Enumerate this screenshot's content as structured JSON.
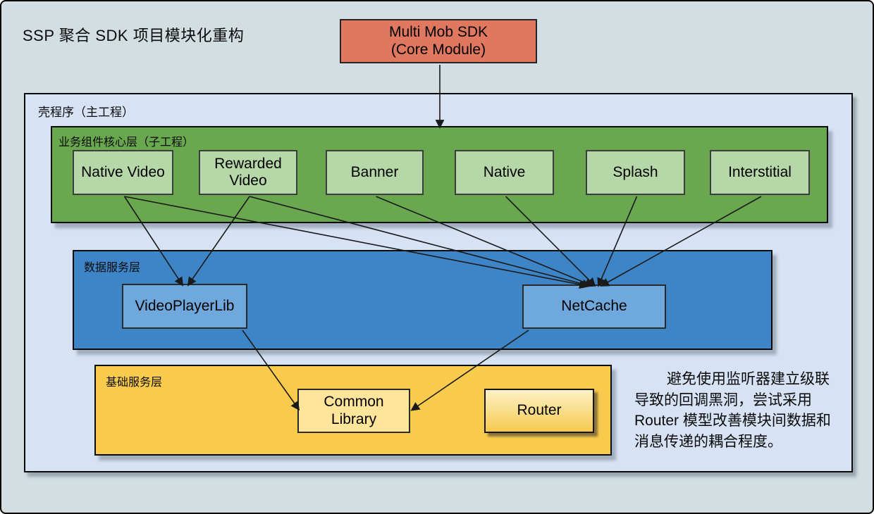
{
  "title": "SSP 聚合 SDK 项目模块化重构",
  "core_module": {
    "line1": "Multi Mob SDK",
    "line2": "(Core Module)"
  },
  "shell": {
    "label": "壳程序（主工程）"
  },
  "layers": {
    "business": {
      "label": "业务组件核心层（子工程）",
      "modules": [
        "Native Video",
        "Rewarded Video",
        "Banner",
        "Native",
        "Splash",
        "Interstitial"
      ]
    },
    "data": {
      "label": "数据服务层",
      "modules": [
        "VideoPlayerLib",
        "NetCache"
      ]
    },
    "base": {
      "label": "基础服务层",
      "modules": [
        "Common Library",
        "Router"
      ]
    }
  },
  "note": {
    "lines": [
      "避免使用监听器建立级联",
      "导致的回调黑洞，尝试采用",
      "Router 模型改善模块间数据和",
      "消息传递的耦合程度。"
    ]
  },
  "colors": {
    "canvas_bg": "#d2dee2",
    "shell_bg": "#d7e3f5",
    "core_module_bg": "#e0785f",
    "business_layer_bg": "#6aa84f",
    "business_module_bg": "#b6d7a8",
    "data_layer_bg": "#3d85c6",
    "data_module_bg": "#6fa8dc",
    "base_layer_bg": "#f9cb4c",
    "base_module_bg": "#ffe599",
    "arrow": "#1a1a1a"
  },
  "diagram": {
    "edges": [
      {
        "from": "multimob",
        "to": "biz-layer",
        "fromAnchor": "bottom",
        "toAnchor": "top",
        "vertical": true
      },
      {
        "from": "native-video",
        "to": "videoplayerlib",
        "fromAnchor": "bottom",
        "toAnchor": "top",
        "toDx": -5
      },
      {
        "from": "rewarded-video",
        "to": "videoplayerlib",
        "fromAnchor": "bottom",
        "toAnchor": "top",
        "toDx": 3
      },
      {
        "from": "native-video",
        "to": "netcache",
        "fromAnchor": "bottom",
        "toAnchor": "top",
        "toDx": -12
      },
      {
        "from": "rewarded-video",
        "to": "netcache",
        "fromAnchor": "bottom",
        "toAnchor": "top",
        "toDx": -8
      },
      {
        "from": "banner",
        "to": "netcache",
        "fromAnchor": "bottom",
        "toAnchor": "top",
        "toDx": -4
      },
      {
        "from": "native",
        "to": "netcache",
        "fromAnchor": "bottom",
        "toAnchor": "top",
        "toDx": -1
      },
      {
        "from": "splash",
        "to": "netcache",
        "fromAnchor": "bottom",
        "toAnchor": "top",
        "toDx": 4
      },
      {
        "from": "interstitial",
        "to": "netcache",
        "fromAnchor": "bottom",
        "toAnchor": "top",
        "toDx": 8
      },
      {
        "from": "videoplayerlib",
        "to": "common-library",
        "fromAnchor": "bottom",
        "fromDx": 80,
        "toAnchor": "left",
        "toDx": -4
      },
      {
        "from": "netcache",
        "to": "common-library",
        "fromAnchor": "bottom",
        "fromDx": -95,
        "toAnchor": "right",
        "toDx": -3
      }
    ]
  }
}
